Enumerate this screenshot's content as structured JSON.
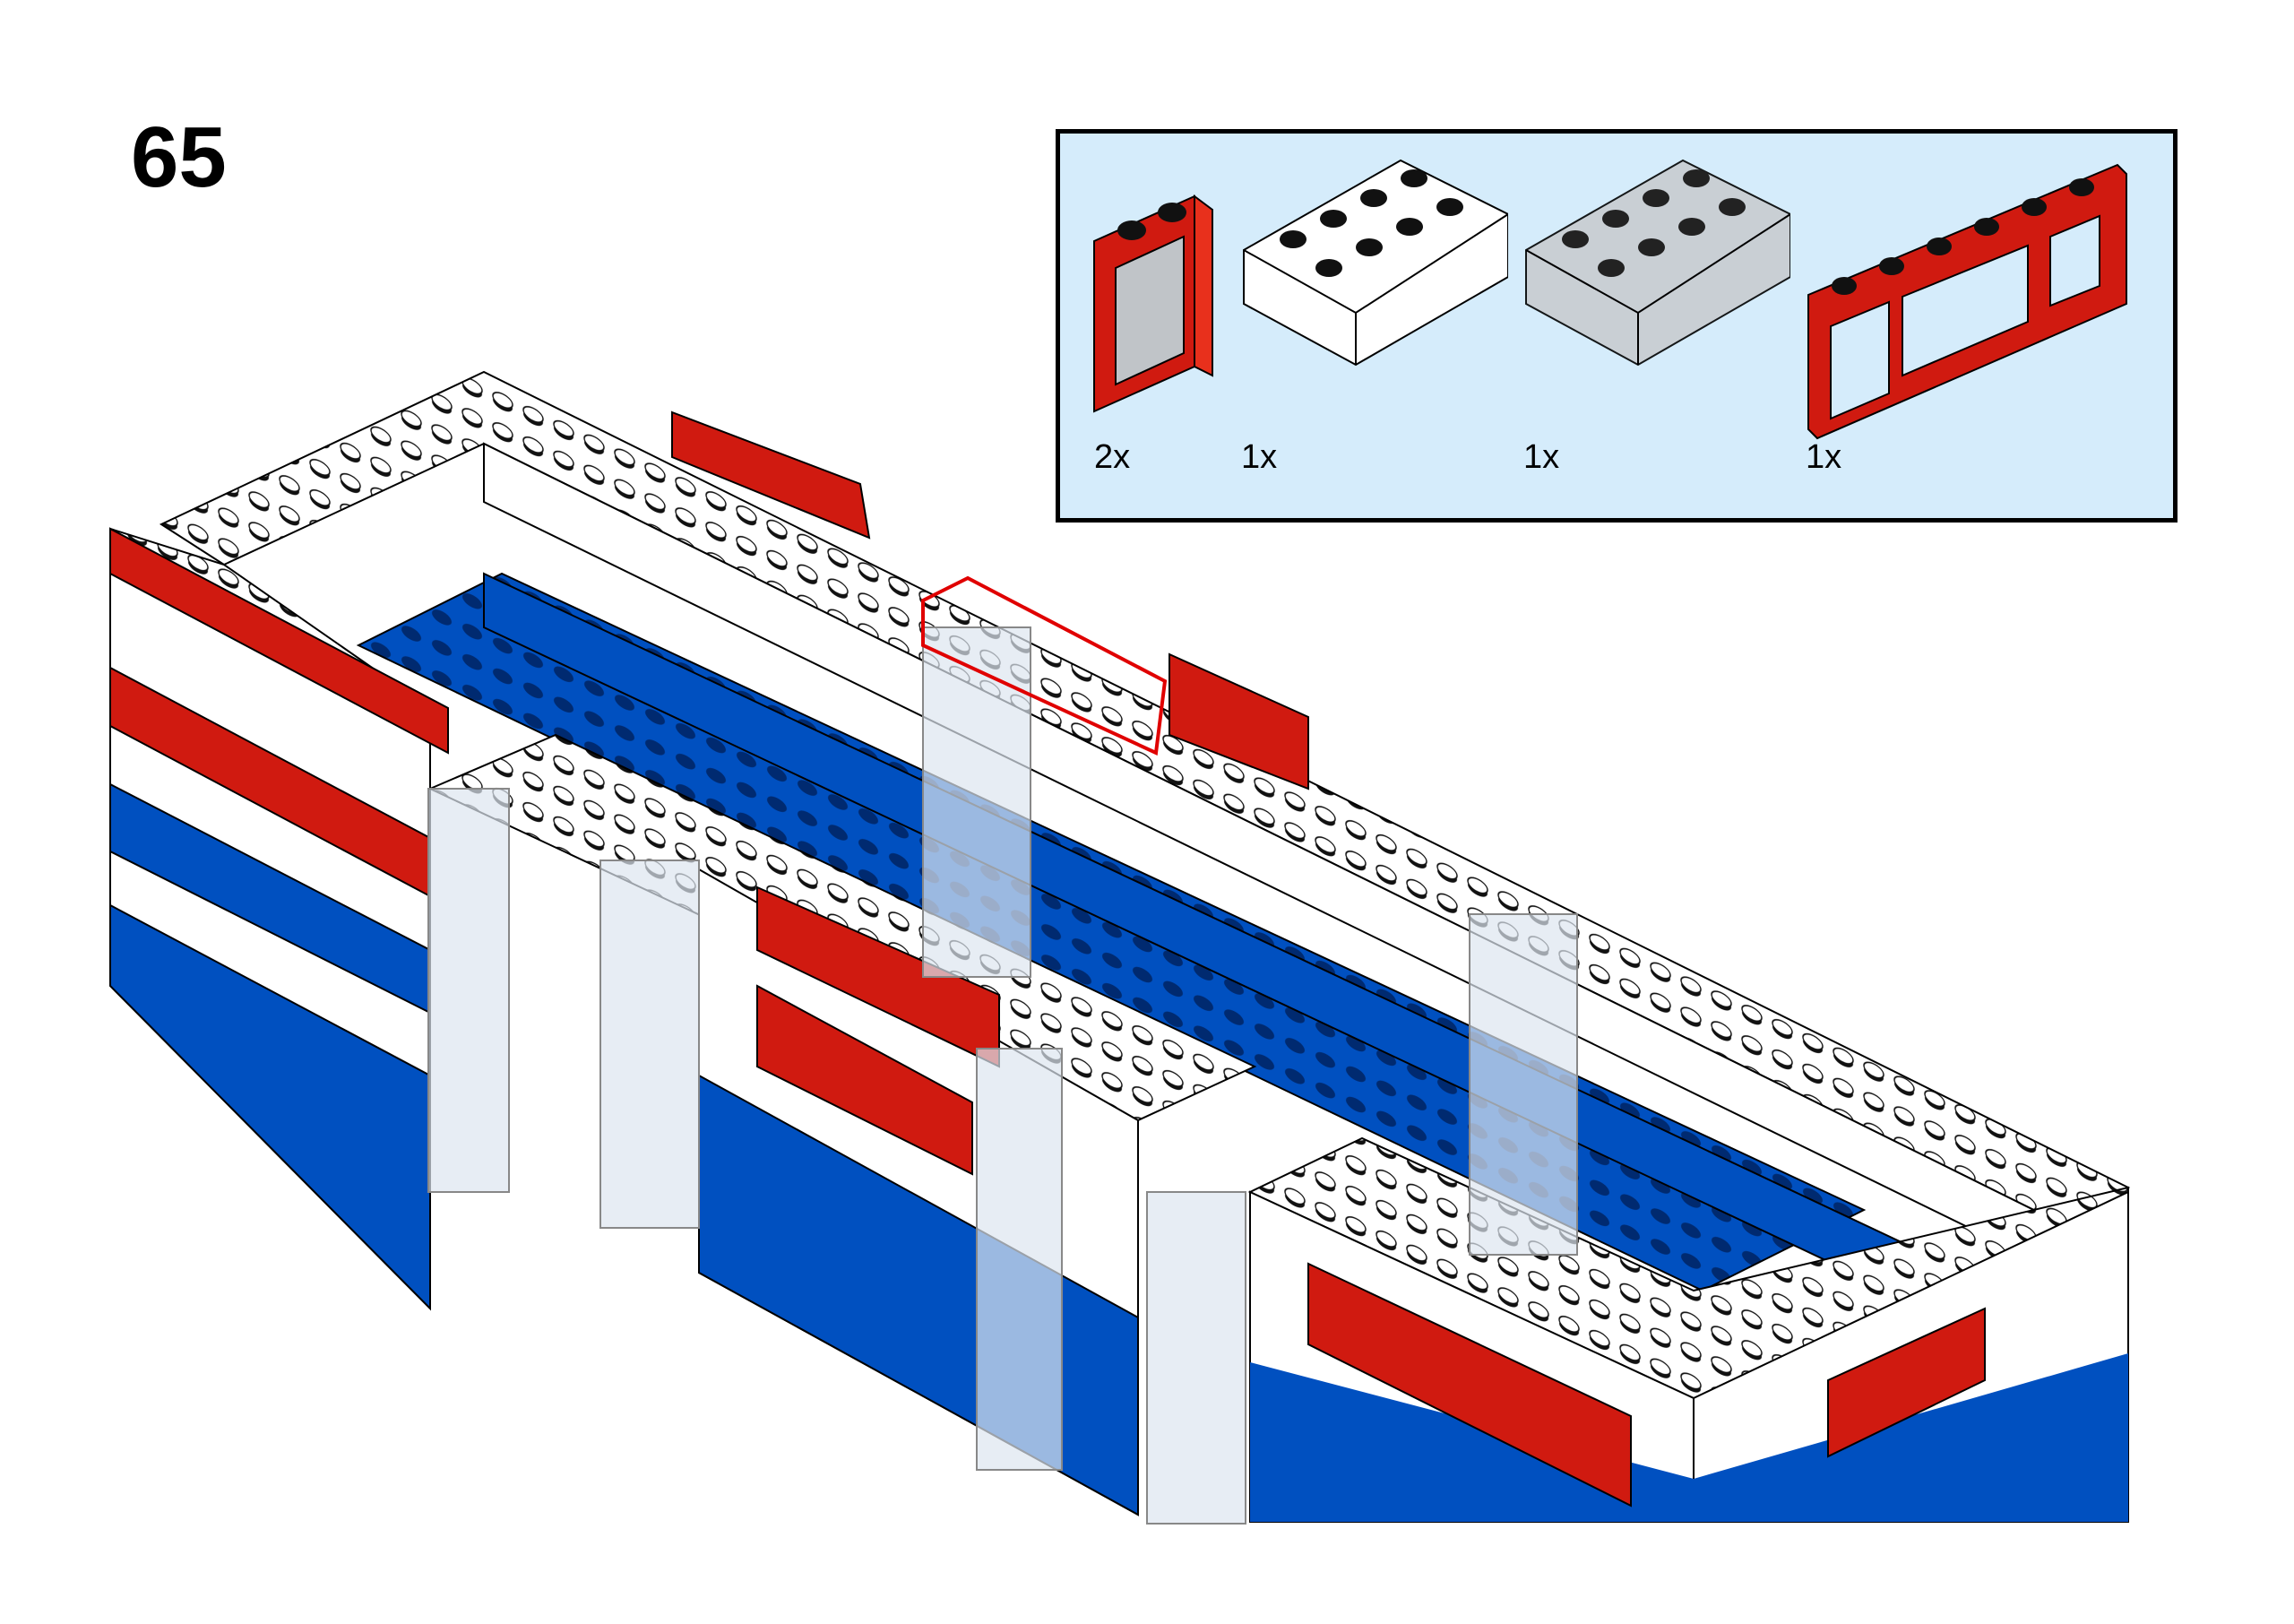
{
  "step": {
    "number": "65"
  },
  "parts_list": {
    "items": [
      {
        "quantity": "2x",
        "part": "red-window-1x2x2",
        "color": "#d01a10"
      },
      {
        "quantity": "1x",
        "part": "white-brick-2x4",
        "color": "#ffffff"
      },
      {
        "quantity": "1x",
        "part": "transparent-brick-2x4",
        "color": "#c8ccd0"
      },
      {
        "quantity": "1x",
        "part": "red-window-1x6x2",
        "color": "#d01a10"
      }
    ]
  },
  "colors": {
    "blue": "#0050c0",
    "red": "#d01a10",
    "white": "#ffffff",
    "background": "#d5ecfb"
  }
}
